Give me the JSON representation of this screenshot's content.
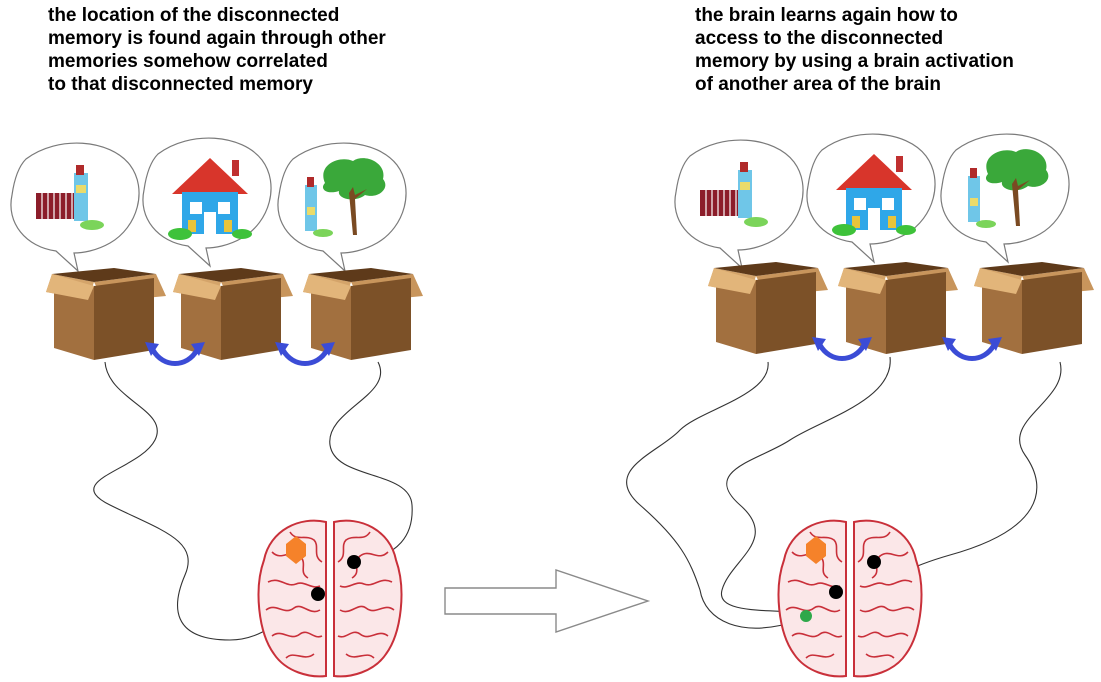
{
  "panels": [
    {
      "id": "left",
      "caption": "the location of the disconnected\nmemory is found again through other\nmemories somehow correlated\nto that disconnected memory",
      "memories": [
        "fence-and-tower",
        "house",
        "tower-and-tree"
      ],
      "brain_dots": [
        "orange",
        "black",
        "black"
      ]
    },
    {
      "id": "right",
      "caption": "the brain learns again how to\naccess to the disconnected\nmemory by using a brain activation\nof another area of the brain",
      "memories": [
        "fence-and-tower",
        "house",
        "tower-and-tree"
      ],
      "brain_dots": [
        "orange",
        "black",
        "black",
        "green"
      ]
    }
  ],
  "colors": {
    "box": "#9c6a3c",
    "box_dark": "#6b4422",
    "arrow": "#3b4cd6",
    "brain": "#c9303a",
    "orange_dot": "#f5822a",
    "green_dot": "#2ea84a",
    "black_dot": "#000000",
    "fence": "#8c1d2a",
    "house_wall": "#2fa7e8",
    "roof": "#d8352b",
    "tree": "#3aa83a",
    "trunk": "#7a4a22"
  }
}
